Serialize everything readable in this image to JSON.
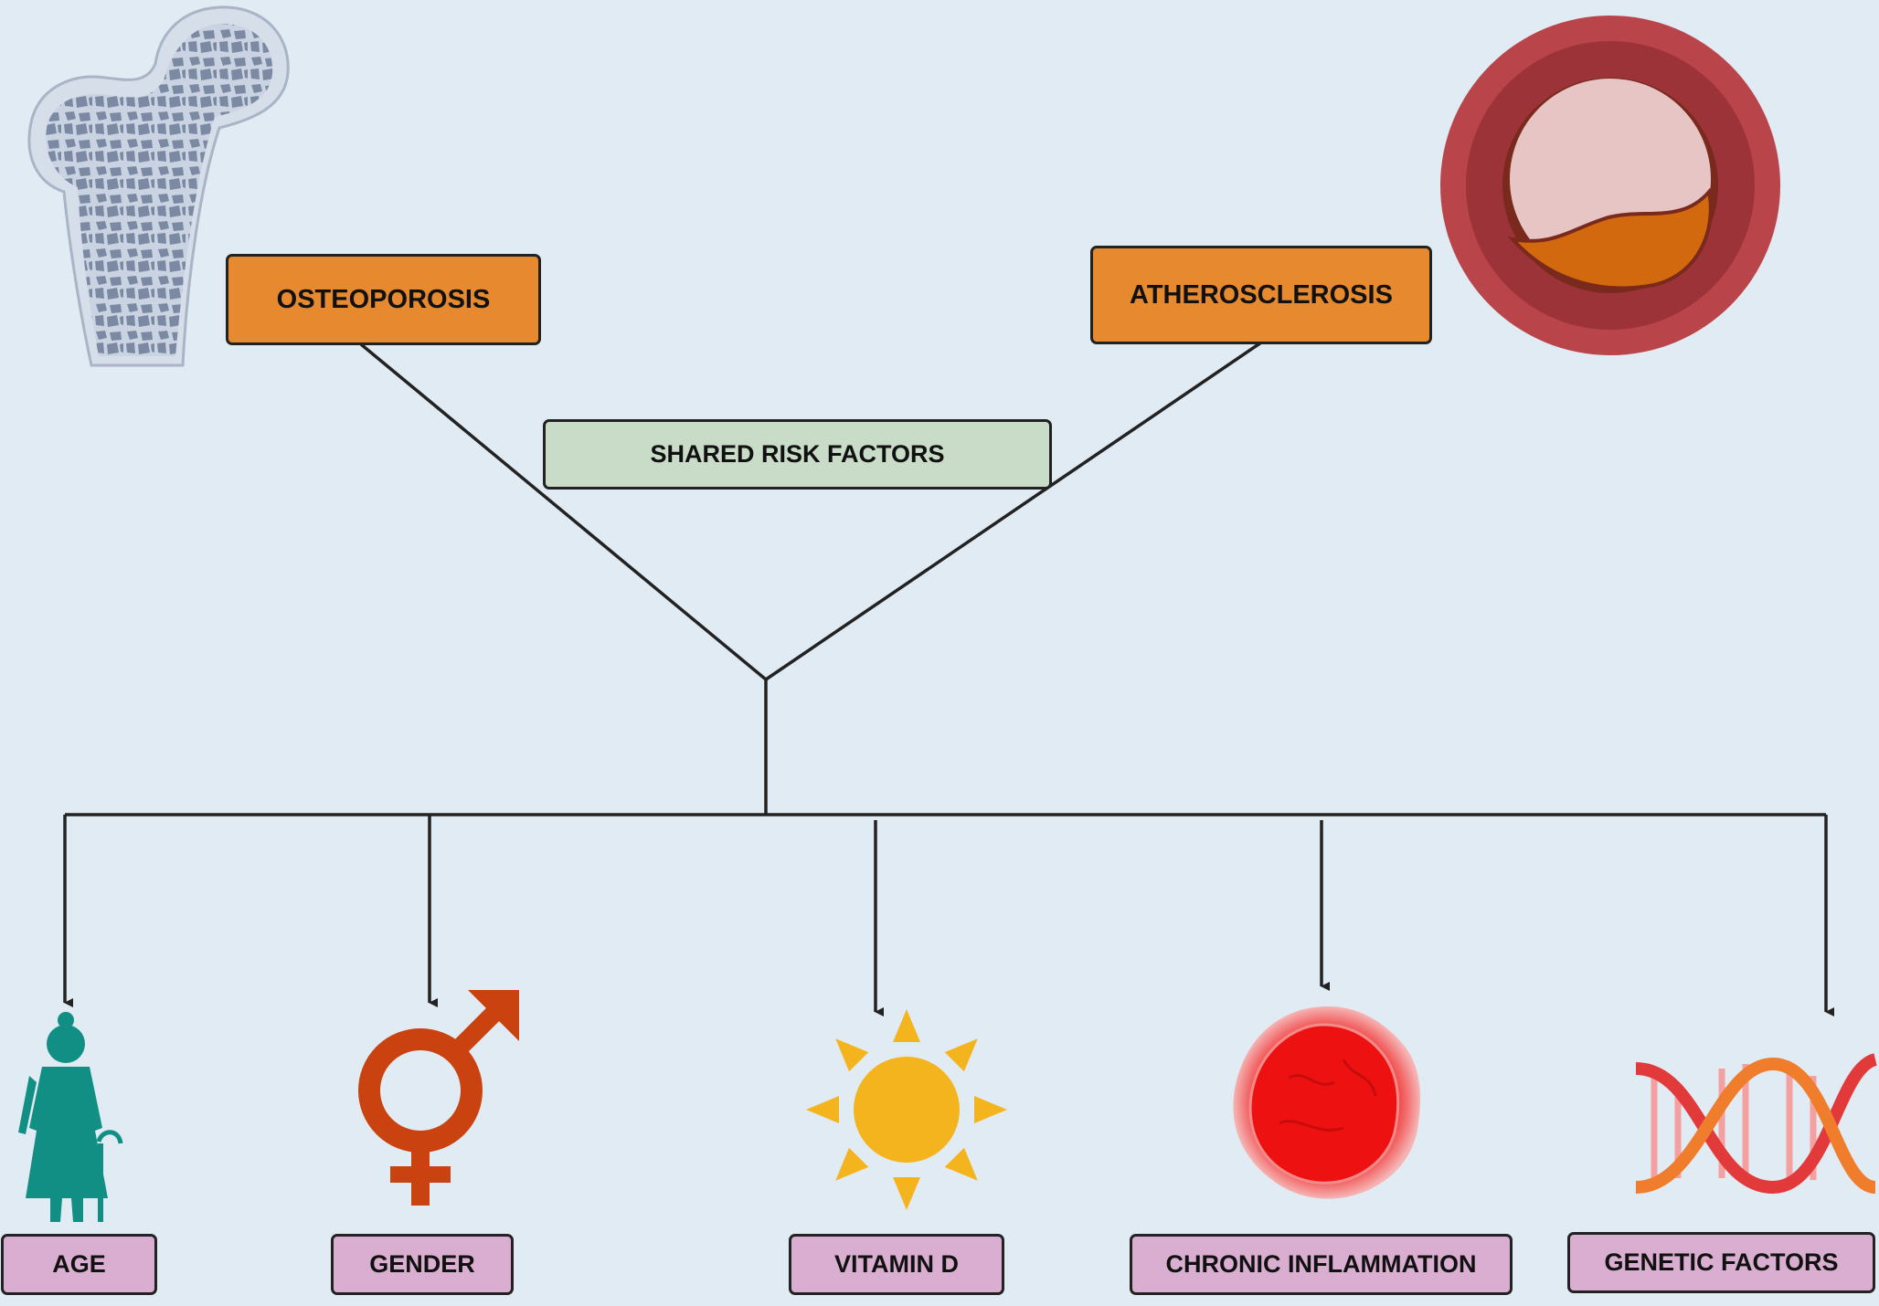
{
  "diseases": {
    "osteoporosis": "OSTEOPOROSIS",
    "atherosclerosis": "ATHEROSCLEROSIS"
  },
  "shared_label": "SHARED RISK FACTORS",
  "factors": {
    "age": "AGE",
    "gender": "GENDER",
    "vitamin_d": "VITAMIN D",
    "chronic_inflammation": "CHRONIC INFLAMMATION",
    "genetic_factors": "GENETIC FACTORS"
  },
  "icons": [
    "femur-bone-icon",
    "artery-plaque-icon",
    "elderly-woman-icon",
    "gender-symbol-icon",
    "sun-icon",
    "inflammation-cell-icon",
    "dna-icon"
  ],
  "colors": {
    "background": "#e1ebf3",
    "disease_box": "#e6892f",
    "shared_box": "#c8dcc8",
    "factor_box": "#d9aed0",
    "age_icon": "#128f84",
    "gender_icon": "#c9420f",
    "sun_icon": "#f4b41e",
    "inflammation_icon": "#ee1111",
    "dna_icon": "#e23a3a"
  }
}
